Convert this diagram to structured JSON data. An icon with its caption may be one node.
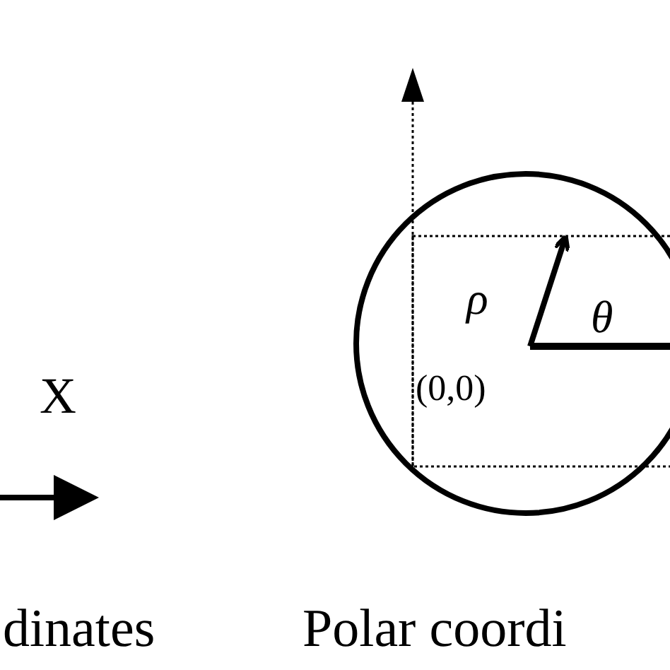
{
  "diagram": {
    "labels": [
      "X",
      "ρ",
      "θ",
      "(0,0)",
      "dinates",
      "Polar coordi"
    ]
  }
}
